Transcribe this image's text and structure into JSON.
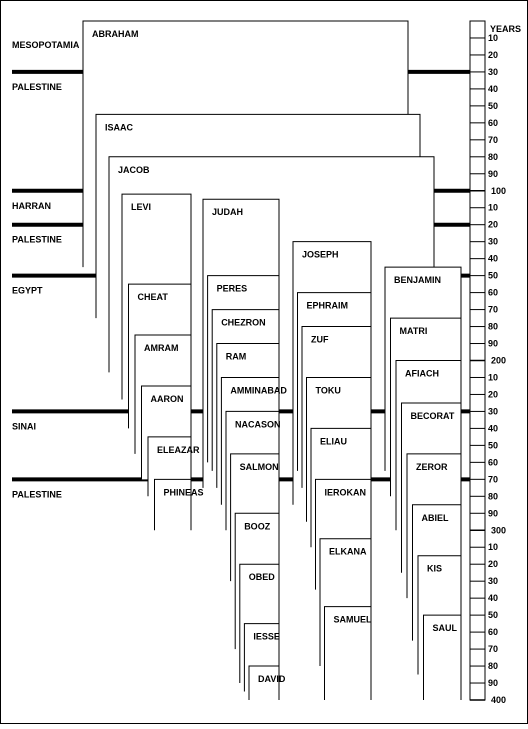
{
  "axis": {
    "unit_label": "YEARS",
    "start_year": 0,
    "end_year": 400,
    "ticks": [
      {
        "year": 10,
        "label": "10"
      },
      {
        "year": 20,
        "label": "20"
      },
      {
        "year": 30,
        "label": "30"
      },
      {
        "year": 40,
        "label": "40"
      },
      {
        "year": 50,
        "label": "50"
      },
      {
        "year": 60,
        "label": "60"
      },
      {
        "year": 70,
        "label": "70"
      },
      {
        "year": 80,
        "label": "80"
      },
      {
        "year": 90,
        "label": "90"
      },
      {
        "year": 100,
        "label": "100"
      },
      {
        "year": 110,
        "label": "10"
      },
      {
        "year": 120,
        "label": "20"
      },
      {
        "year": 130,
        "label": "30"
      },
      {
        "year": 140,
        "label": "40"
      },
      {
        "year": 150,
        "label": "50"
      },
      {
        "year": 160,
        "label": "60"
      },
      {
        "year": 170,
        "label": "70"
      },
      {
        "year": 180,
        "label": "80"
      },
      {
        "year": 190,
        "label": "90"
      },
      {
        "year": 200,
        "label": "200"
      },
      {
        "year": 210,
        "label": "10"
      },
      {
        "year": 220,
        "label": "20"
      },
      {
        "year": 230,
        "label": "30"
      },
      {
        "year": 240,
        "label": "40"
      },
      {
        "year": 250,
        "label": "50"
      },
      {
        "year": 260,
        "label": "60"
      },
      {
        "year": 270,
        "label": "70"
      },
      {
        "year": 280,
        "label": "80"
      },
      {
        "year": 290,
        "label": "90"
      },
      {
        "year": 300,
        "label": "300"
      },
      {
        "year": 310,
        "label": "10"
      },
      {
        "year": 320,
        "label": "20"
      },
      {
        "year": 330,
        "label": "30"
      },
      {
        "year": 340,
        "label": "40"
      },
      {
        "year": 350,
        "label": "50"
      },
      {
        "year": 360,
        "label": "60"
      },
      {
        "year": 370,
        "label": "70"
      },
      {
        "year": 380,
        "label": "80"
      },
      {
        "year": 390,
        "label": "90"
      },
      {
        "year": 400,
        "label": "400"
      }
    ]
  },
  "places": [
    {
      "label": "MESOPOTAMIA",
      "year": 30,
      "label_pos": "above"
    },
    {
      "label": "PALESTINE",
      "year": 30,
      "label_pos": "below"
    },
    {
      "label": "HARRAN",
      "year": 100,
      "label_pos": "below"
    },
    {
      "label": "PALESTINE",
      "year": 120,
      "label_pos": "below"
    },
    {
      "label": "EGYPT",
      "year": 150,
      "label_pos": "below"
    },
    {
      "label": "SINAI",
      "year": 230,
      "label_pos": "below"
    },
    {
      "label": "PALESTINE",
      "year": 270,
      "label_pos": "below"
    }
  ],
  "persons": [
    {
      "name": "ABRAHAM",
      "start": 0,
      "end": 145,
      "lineage": "patriarchs"
    },
    {
      "name": "ISAAC",
      "start": 55,
      "end": 175,
      "lineage": "patriarchs"
    },
    {
      "name": "JACOB",
      "start": 80,
      "end": 207,
      "lineage": "patriarchs"
    },
    {
      "name": "LEVI",
      "start": 102,
      "end": 223,
      "lineage": "levi"
    },
    {
      "name": "CHEAT",
      "start": 155,
      "end": 240,
      "lineage": "levi"
    },
    {
      "name": "AMRAM",
      "start": 185,
      "end": 255,
      "lineage": "levi"
    },
    {
      "name": "AARON",
      "start": 215,
      "end": 270,
      "lineage": "levi"
    },
    {
      "name": "ELEAZAR",
      "start": 245,
      "end": 280,
      "lineage": "levi"
    },
    {
      "name": "PHINEAS",
      "start": 270,
      "end": 300,
      "lineage": "levi"
    },
    {
      "name": "JUDAH",
      "start": 105,
      "end": 275,
      "lineage": "judah"
    },
    {
      "name": "PERES",
      "start": 150,
      "end": 260,
      "lineage": "judah"
    },
    {
      "name": "CHEZRON",
      "start": 170,
      "end": 265,
      "lineage": "judah"
    },
    {
      "name": "RAM",
      "start": 190,
      "end": 275,
      "lineage": "judah"
    },
    {
      "name": "AMMINABAD",
      "start": 210,
      "end": 285,
      "lineage": "judah"
    },
    {
      "name": "NACASON",
      "start": 230,
      "end": 300,
      "lineage": "judah"
    },
    {
      "name": "SALMON",
      "start": 255,
      "end": 330,
      "lineage": "judah"
    },
    {
      "name": "BOOZ",
      "start": 290,
      "end": 370,
      "lineage": "judah"
    },
    {
      "name": "OBED",
      "start": 320,
      "end": 390,
      "lineage": "judah"
    },
    {
      "name": "IESSE",
      "start": 355,
      "end": 395,
      "lineage": "judah"
    },
    {
      "name": "DAVID",
      "start": 380,
      "end": 400,
      "lineage": "judah"
    },
    {
      "name": "JOSEPH",
      "start": 130,
      "end": 285,
      "lineage": "joseph"
    },
    {
      "name": "EPHRAIM",
      "start": 160,
      "end": 265,
      "lineage": "joseph"
    },
    {
      "name": "ZUF",
      "start": 180,
      "end": 275,
      "lineage": "joseph"
    },
    {
      "name": "TOKU",
      "start": 210,
      "end": 295,
      "lineage": "joseph"
    },
    {
      "name": "ELIAU",
      "start": 240,
      "end": 310,
      "lineage": "joseph"
    },
    {
      "name": "IEROKAN",
      "start": 270,
      "end": 335,
      "lineage": "joseph"
    },
    {
      "name": "ELKANA",
      "start": 305,
      "end": 380,
      "lineage": "joseph"
    },
    {
      "name": "SAMUEL",
      "start": 345,
      "end": 400,
      "lineage": "joseph"
    },
    {
      "name": "BENJAMIN",
      "start": 145,
      "end": 265,
      "lineage": "benjamin"
    },
    {
      "name": "MATRI",
      "start": 175,
      "end": 280,
      "lineage": "benjamin"
    },
    {
      "name": "AFIACH",
      "start": 200,
      "end": 300,
      "lineage": "benjamin"
    },
    {
      "name": "BECORAT",
      "start": 225,
      "end": 325,
      "lineage": "benjamin"
    },
    {
      "name": "ZEROR",
      "start": 255,
      "end": 340,
      "lineage": "benjamin"
    },
    {
      "name": "ABIEL",
      "start": 285,
      "end": 365,
      "lineage": "benjamin"
    },
    {
      "name": "KIS",
      "start": 315,
      "end": 385,
      "lineage": "benjamin"
    },
    {
      "name": "SAUL",
      "start": 350,
      "end": 400,
      "lineage": "benjamin"
    }
  ]
}
